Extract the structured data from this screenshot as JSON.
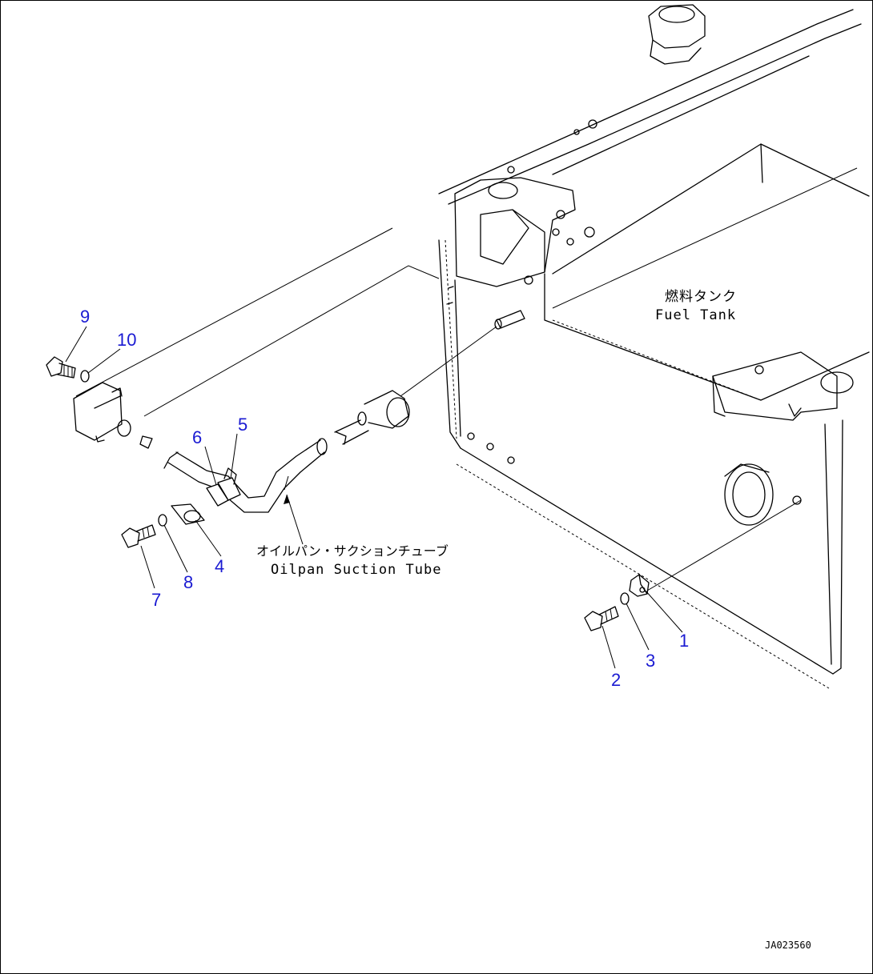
{
  "labels": {
    "fuel_tank_jp": "燃料タンク",
    "fuel_tank_en": "Fuel Tank",
    "suction_tube_jp": "オイルパン・サクションチューブ",
    "suction_tube_en": "Oilpan Suction Tube",
    "drawing_code": "JA023560"
  },
  "callouts": [
    "1",
    "2",
    "3",
    "4",
    "5",
    "6",
    "7",
    "8",
    "9",
    "10"
  ],
  "colors": {
    "callout": "#1a1ad2",
    "line": "#000000",
    "background": "#ffffff"
  }
}
